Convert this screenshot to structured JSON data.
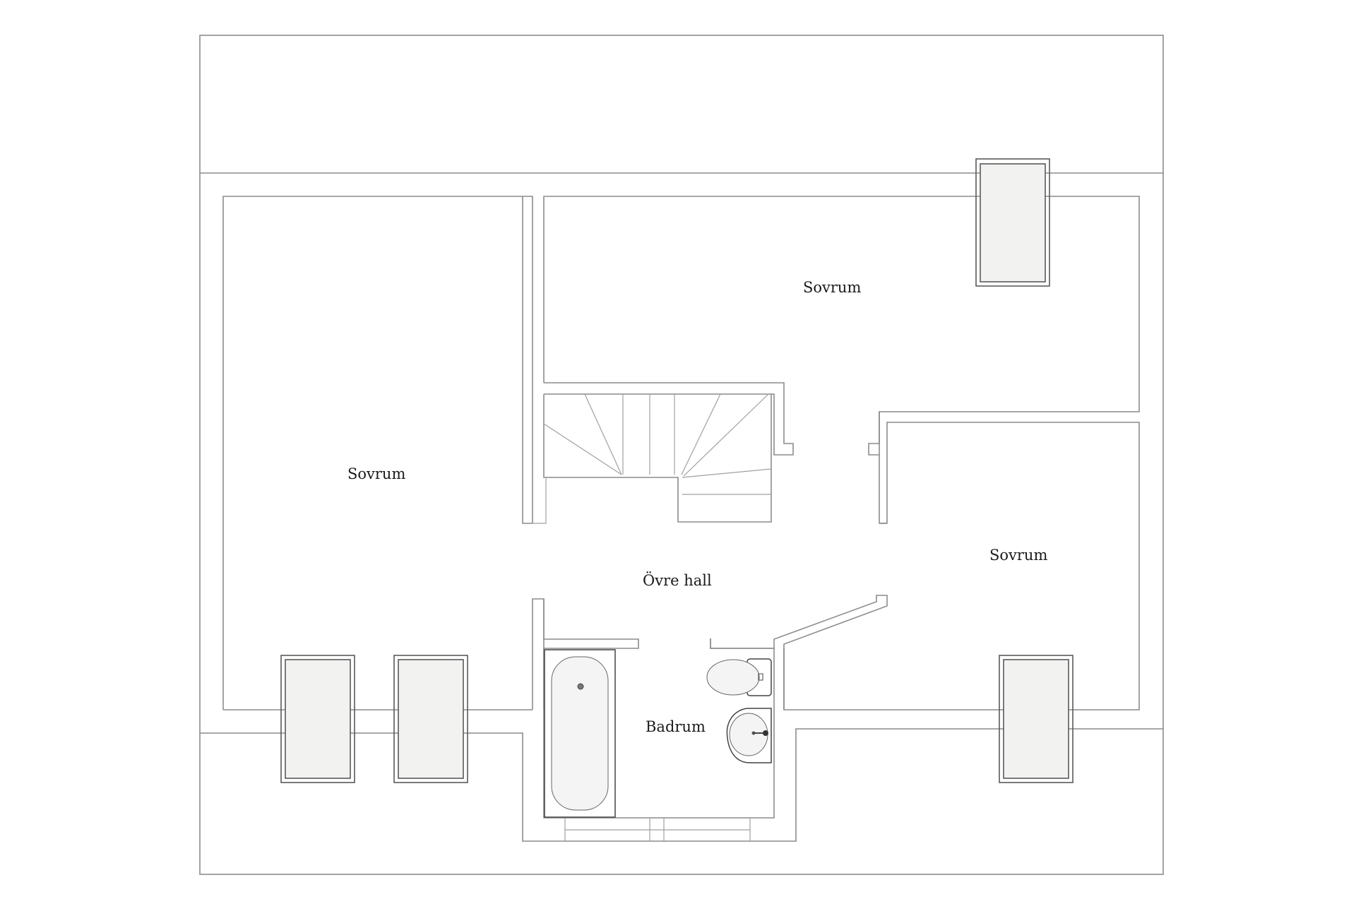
{
  "floor_plan": {
    "rooms": {
      "bedroom_left": "Sovrum",
      "bedroom_top": "Sovrum",
      "bedroom_right": "Sovrum",
      "upper_hall": "Övre hall",
      "bathroom": "Badrum"
    },
    "fixtures": [
      "staircase",
      "bathtub",
      "toilet",
      "sink",
      "skylight-window"
    ]
  }
}
